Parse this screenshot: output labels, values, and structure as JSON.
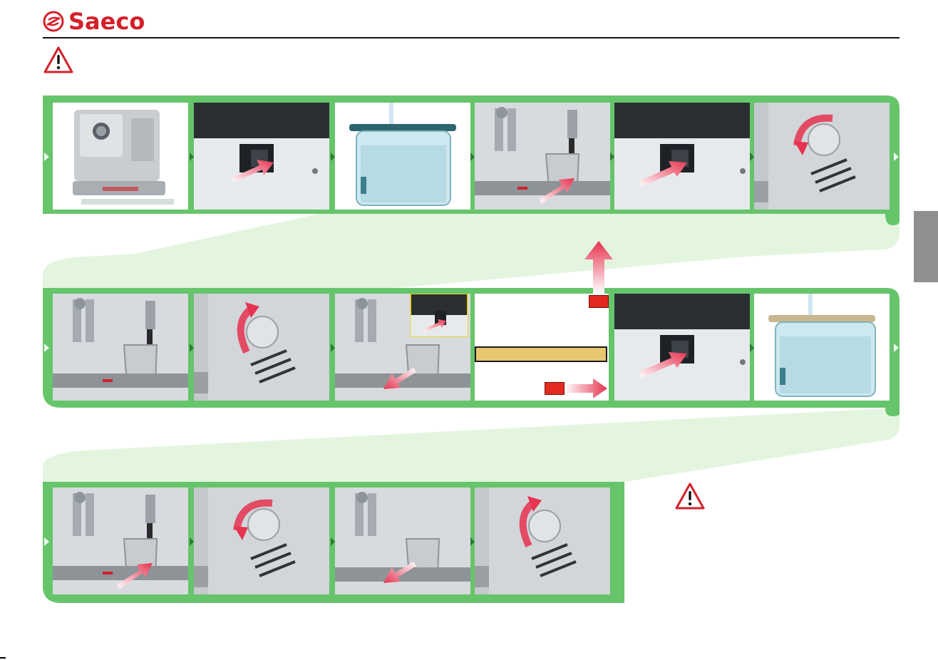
{
  "brand": {
    "name": "Saeco",
    "color": "#d4202a"
  },
  "colors": {
    "flow_green": "#66c46b",
    "band_light": "#e3f5df",
    "arrow_red": "#e6334f",
    "notice_fill": "#e8c571",
    "marker_red": "#e22a1f"
  },
  "icons": {
    "warning": "warning-triangle-icon",
    "logo_mark": "saeco-logo-icon"
  },
  "rows": [
    {
      "steps": [
        "machine-overview",
        "power-switch-on",
        "water-tank-filled",
        "cup-under-steam-wand",
        "power-switch-on",
        "steam-knob-open"
      ]
    },
    {
      "steps": [
        "steam-dispensing",
        "steam-knob-close",
        "cup-removed-switch-off",
        "info-box",
        "power-switch-on",
        "water-tank-filled"
      ]
    },
    {
      "steps": [
        "cup-under-steam-wand",
        "steam-knob-open",
        "cup-removed",
        "steam-knob-close"
      ]
    }
  ]
}
